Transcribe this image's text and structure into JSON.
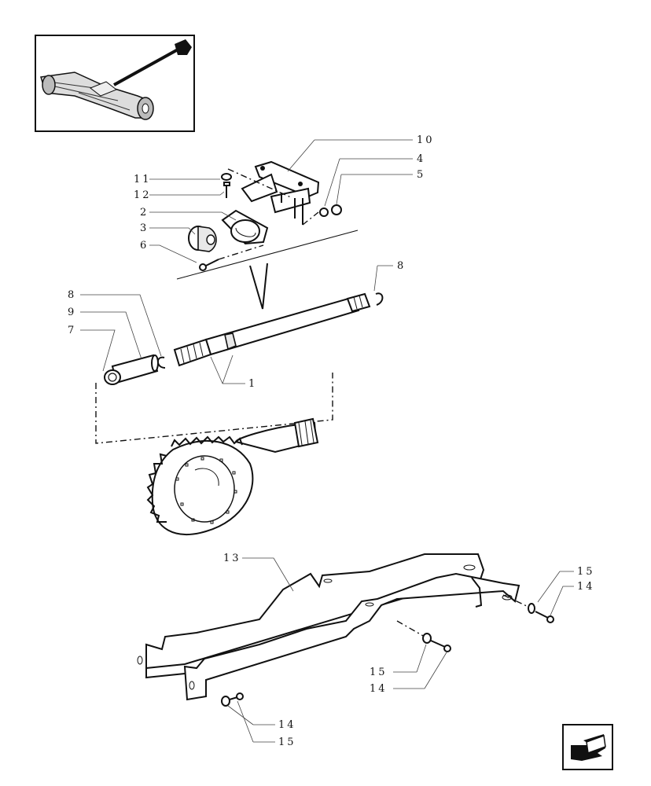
{
  "labels": {
    "l1": "1",
    "l2": "2",
    "l3": "3",
    "l4": "4",
    "l5": "5",
    "l6": "6",
    "l7": "7",
    "l8a": "8",
    "l8b": "8",
    "l9": "9",
    "l10": "10",
    "l11": "11",
    "l12": "12",
    "l13": "13",
    "l14a": "14",
    "l14b": "14",
    "l14c": "14",
    "l15a": "15",
    "l15b": "15",
    "l15c": "15"
  },
  "icons": {
    "thumbnail": "axle-assembly-thumbnail",
    "nav": "return-arrow-icon"
  }
}
